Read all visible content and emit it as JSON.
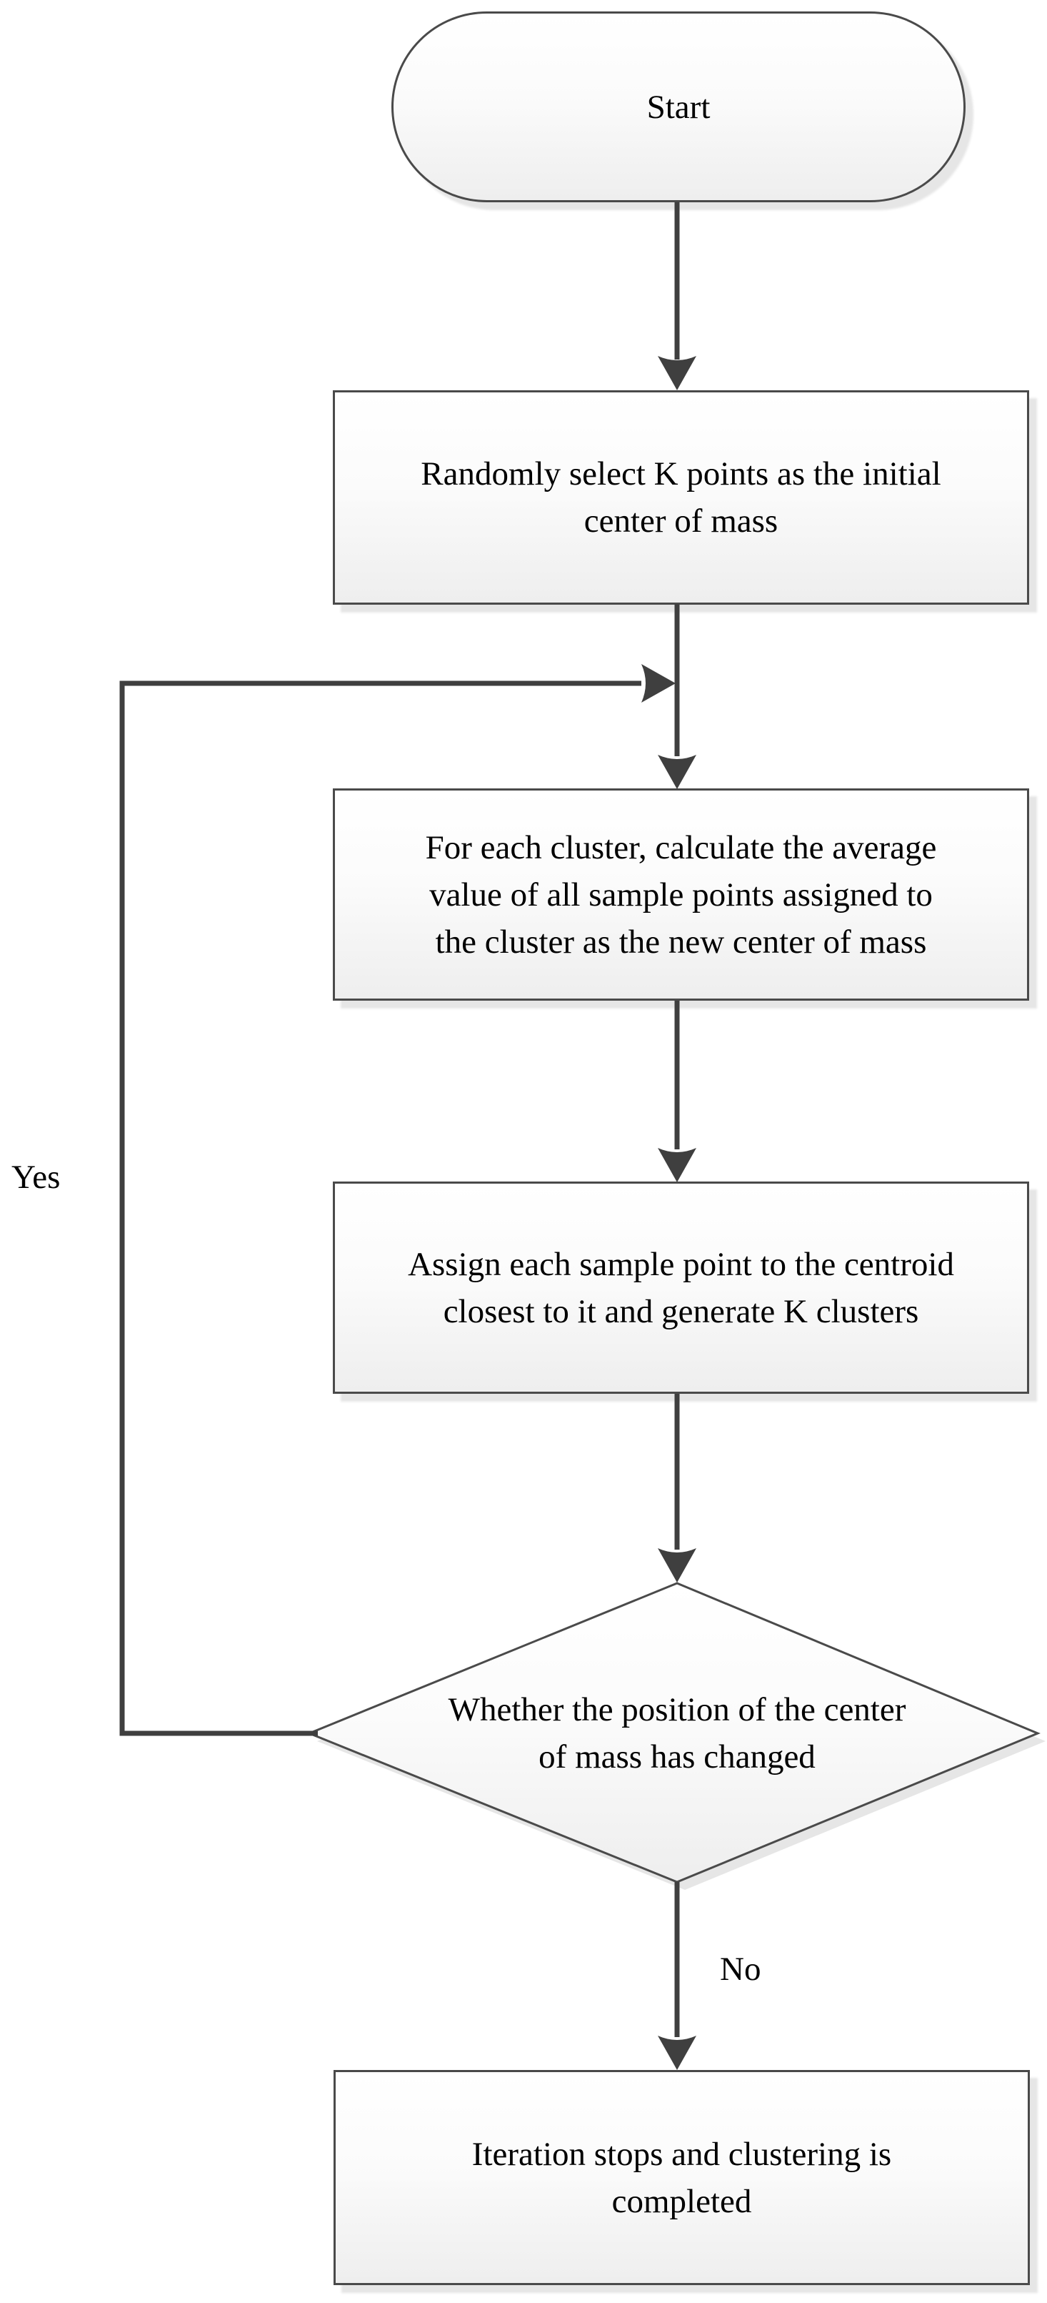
{
  "flowchart": {
    "nodes": {
      "start": {
        "type": "terminator",
        "text": "Start",
        "lines": [
          "Start"
        ]
      },
      "step1": {
        "type": "process",
        "text": "Randomly select K points as the initial center of mass",
        "lines": [
          "Randomly select K points as the initial",
          "center of mass"
        ]
      },
      "step2": {
        "type": "process",
        "text": "For each cluster, calculate the average value of all sample points assigned to the cluster as the new center of mass",
        "lines": [
          "For each cluster, calculate the average",
          "value of all sample points assigned to",
          "the cluster as the new center of mass"
        ]
      },
      "step3": {
        "type": "process",
        "text": "Assign each sample point to the centroid closest to it and generate K clusters",
        "lines": [
          "Assign each sample point to the centroid",
          "closest to it and generate K clusters"
        ]
      },
      "decision": {
        "type": "decision",
        "text": "Whether the position of the center of mass has changed",
        "lines": [
          "Whether the position of the center",
          "of mass has changed"
        ]
      },
      "end": {
        "type": "process",
        "text": "Iteration stops and clustering is completed",
        "lines": [
          "Iteration stops and clustering is",
          "completed"
        ]
      }
    },
    "edges": {
      "yes_label": "Yes",
      "no_label": "No"
    },
    "colors": {
      "connector": "#3f3f3f",
      "shape_border": "#4a4a4a",
      "shape_fill_top": "#ffffff",
      "shape_fill_bottom": "#eeeeee",
      "shadow": "#e6e6e6",
      "text": "#000000",
      "background": "#ffffff"
    }
  }
}
